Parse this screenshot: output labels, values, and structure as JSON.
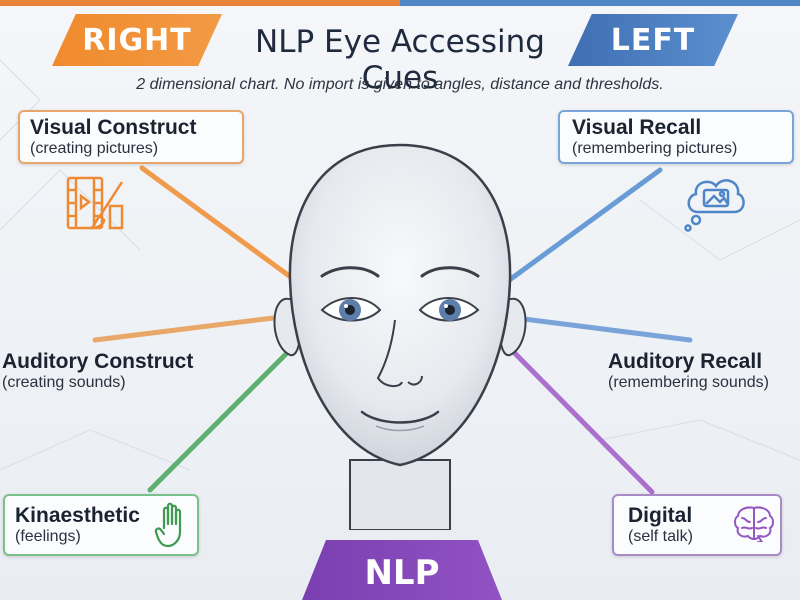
{
  "header": {
    "right_label": "RIGHT",
    "left_label": "LEFT",
    "title": "NLP Eye Accessing Cues",
    "subtitle": "2 dimensional chart. No import is given to angles, distance and thresholds."
  },
  "cues": {
    "visual_construct": {
      "title": "Visual Construct",
      "desc": "(creating pictures)",
      "color": "#f0913a",
      "icon": "film-paintbrush-icon"
    },
    "visual_recall": {
      "title": "Visual Recall",
      "desc": "(remembering pictures)",
      "color": "#5b93d3",
      "icon": "thought-bubble-picture-icon"
    },
    "auditory_construct": {
      "title": "Auditory Construct",
      "desc": "(creating sounds)",
      "color": "#e8a15c"
    },
    "auditory_recall": {
      "title": "Auditory Recall",
      "desc": "(remembering sounds)",
      "color": "#6d9bd6"
    },
    "kinaesthetic": {
      "title": "Kinaesthetic",
      "desc": "(feelings)",
      "color": "#4faa62",
      "icon": "hand-icon"
    },
    "digital": {
      "title": "Digital",
      "desc": "(self talk)",
      "color": "#a463c9",
      "icon": "brain-icon"
    }
  },
  "footer": {
    "badge": "NLP"
  }
}
